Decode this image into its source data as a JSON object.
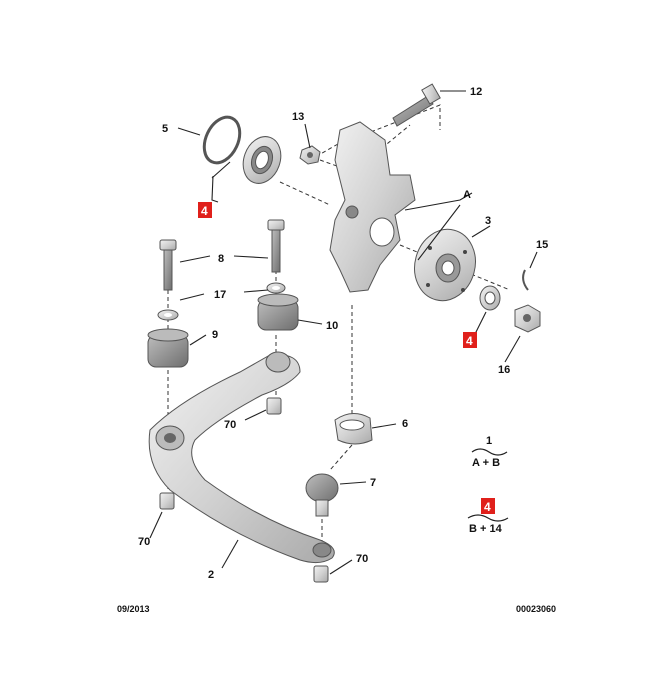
{
  "callouts": {
    "c12": "12",
    "c13": "13",
    "c5": "5",
    "c4a": "4",
    "cA": "A",
    "c3": "3",
    "c15": "15",
    "c8": "8",
    "c17": "17",
    "c9": "9",
    "c10": "10",
    "c4b": "4",
    "c16": "16",
    "c70a": "70",
    "c6": "6",
    "c7": "7",
    "c70b": "70",
    "c2": "2",
    "c70c": "70"
  },
  "legend": {
    "item1_top": "1",
    "item1_bottom": "A + B",
    "item4_top": "4",
    "item4_bottom": "B + 14"
  },
  "footer": {
    "date": "09/2013",
    "ref": "00023060"
  },
  "colors": {
    "highlight": "#e0201b",
    "part_fill": "#d9d9d9",
    "line": "#222222"
  }
}
